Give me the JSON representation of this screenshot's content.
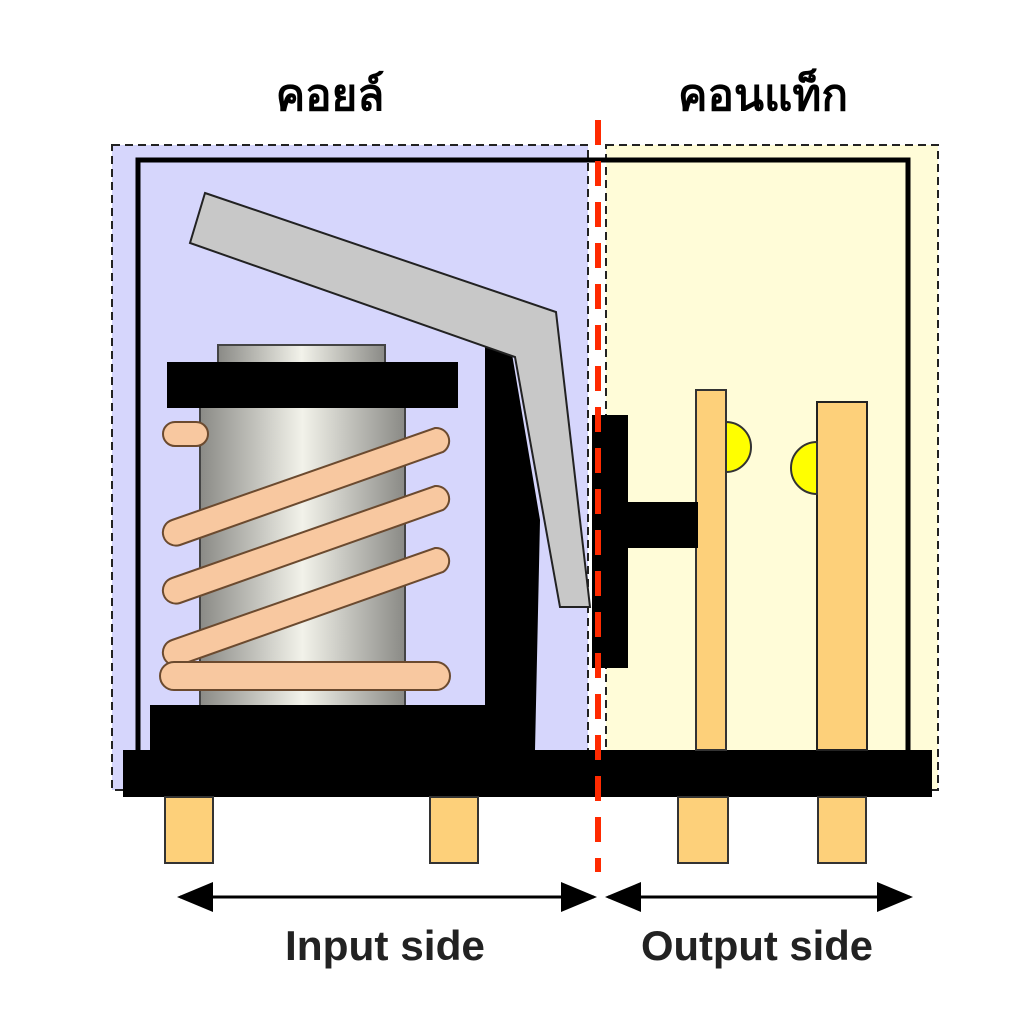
{
  "labels": {
    "coil": "คอยล์",
    "contact": "คอนแท็ก",
    "input_side": "Input side",
    "output_side": "Output side"
  },
  "colors": {
    "input_region": "#d6d6fc",
    "output_region": "#fffcd8",
    "divider": "#ff2a00",
    "coil_wire": "#f8c8a0",
    "contact_bar": "#fdd07a",
    "contact_point": "#ffff00",
    "armature": "#c8c8c8"
  }
}
